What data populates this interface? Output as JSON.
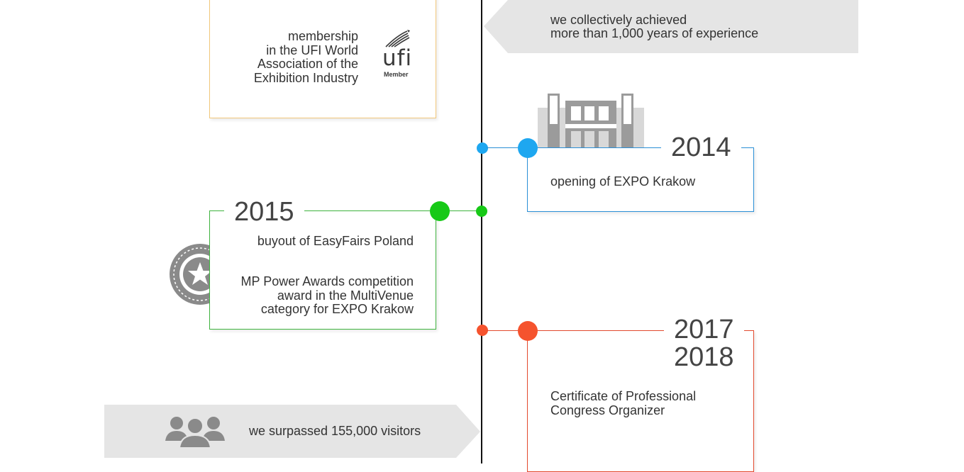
{
  "colors": {
    "timeline": "#111111",
    "banner": "#e5e5e5",
    "ufi_border": "#f1c77a",
    "blue": "#1ea7f0",
    "green": "#17c917",
    "red": "#f5532e",
    "icon_gray": "#8a8a8a"
  },
  "top_banner": {
    "line1": "we collectively achieved",
    "line2": "more than 1,000 years of experience"
  },
  "ufi_card": {
    "line1": "membership",
    "line2": "in the UFI World",
    "line3": "Association of the",
    "line4": "Exhibition Industry",
    "logo_text": "ufi",
    "logo_sub": "Member"
  },
  "event_2014": {
    "year": "2014",
    "text": "opening of EXPO Krakow"
  },
  "event_2015": {
    "year": "2015",
    "text1": "buyout of EasyFairs Poland",
    "text2_line1": "MP Power Awards competition",
    "text2_line2": "award in the MultiVenue",
    "text2_line3": "category for EXPO Krakow"
  },
  "event_2017": {
    "year1": "2017",
    "year2": "2018",
    "line1": "Certificate of Professional",
    "line2": "Congress Organizer"
  },
  "bottom_banner": {
    "text": "we surpassed 155,000 visitors"
  }
}
